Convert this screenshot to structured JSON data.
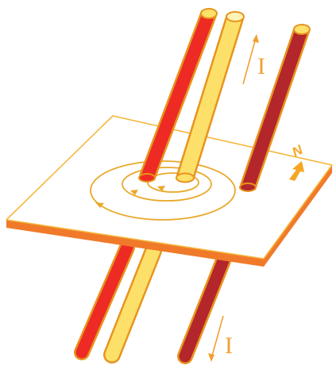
{
  "diagram": {
    "current_label_top": "I",
    "current_label_bottom": "I",
    "compass_label": "N"
  },
  "colors": {
    "plate_fill": "#ffffff",
    "plate_edge": "#f5b63a",
    "plate_side": "#f07a2a",
    "wire_red": "#ee2a24",
    "wire_yellow": "#fde06a",
    "wire_darkred": "#b3262c",
    "wire_outline": "#e8941e",
    "field_lines": "#e8a92a",
    "label": "#f0a030",
    "compass": "#f5a623"
  },
  "icons": {
    "compass": "north-arrow-icon",
    "field": "field-arrow-icon"
  }
}
